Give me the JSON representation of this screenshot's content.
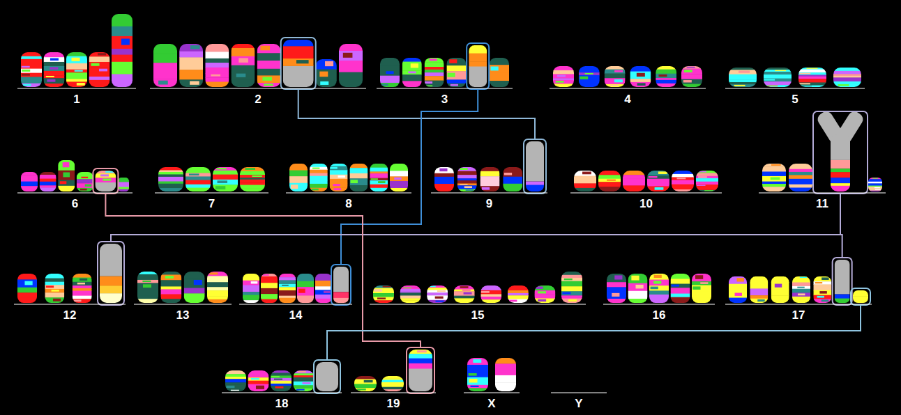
{
  "diagram": {
    "labels": [
      "1",
      "2",
      "3",
      "4",
      "5",
      "6",
      "7",
      "8",
      "9",
      "10",
      "11",
      "12",
      "13",
      "14",
      "15",
      "16",
      "17",
      "18",
      "19",
      "X",
      "Y"
    ]
  }
}
